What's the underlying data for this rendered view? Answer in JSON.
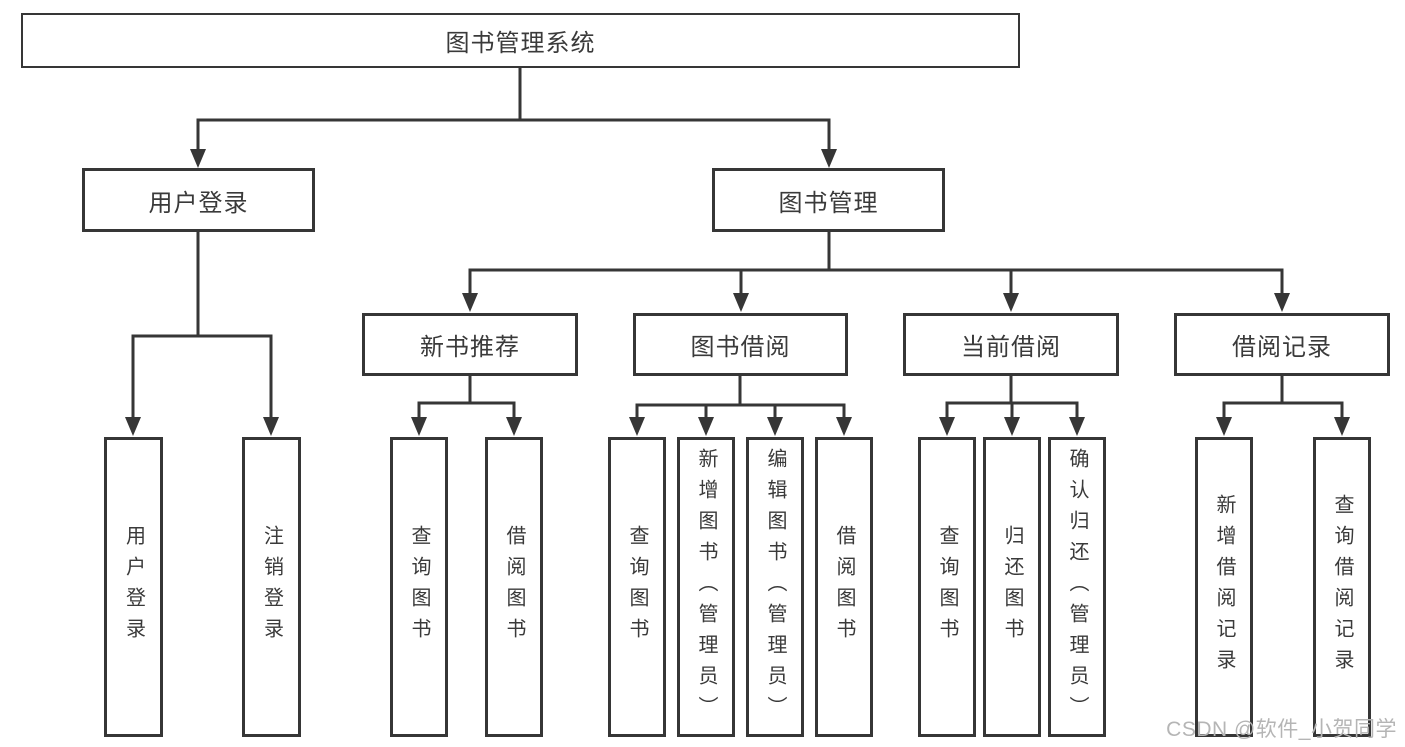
{
  "page": {
    "background": "#ffffff"
  },
  "colors": {
    "line": "#363636",
    "box_border": "#363636",
    "text": "#3a3a3a",
    "watermark_text": "#b5b5b5"
  },
  "watermark": {
    "text": "CSDN @软件_小贺同学"
  },
  "tree": {
    "root": {
      "label": "图书管理系统"
    },
    "branches": [
      {
        "label": "用户登录",
        "children": [
          {
            "label": "用户登录"
          },
          {
            "label": "注销登录"
          }
        ]
      },
      {
        "label": "图书管理",
        "groups": [
          {
            "label": "新书推荐",
            "children": [
              {
                "label": "查询图书"
              },
              {
                "label": "借阅图书"
              }
            ]
          },
          {
            "label": "图书借阅",
            "children": [
              {
                "label": "查询图书"
              },
              {
                "label": "新增图书（管理员）"
              },
              {
                "label": "编辑图书（管理员）"
              },
              {
                "label": "借阅图书"
              }
            ]
          },
          {
            "label": "当前借阅",
            "children": [
              {
                "label": "查询图书"
              },
              {
                "label": "归还图书"
              },
              {
                "label": "确认归还（管理员）"
              }
            ]
          },
          {
            "label": "借阅记录",
            "children": [
              {
                "label": "新增借阅记录"
              },
              {
                "label": "查询借阅记录"
              }
            ]
          }
        ]
      }
    ]
  }
}
